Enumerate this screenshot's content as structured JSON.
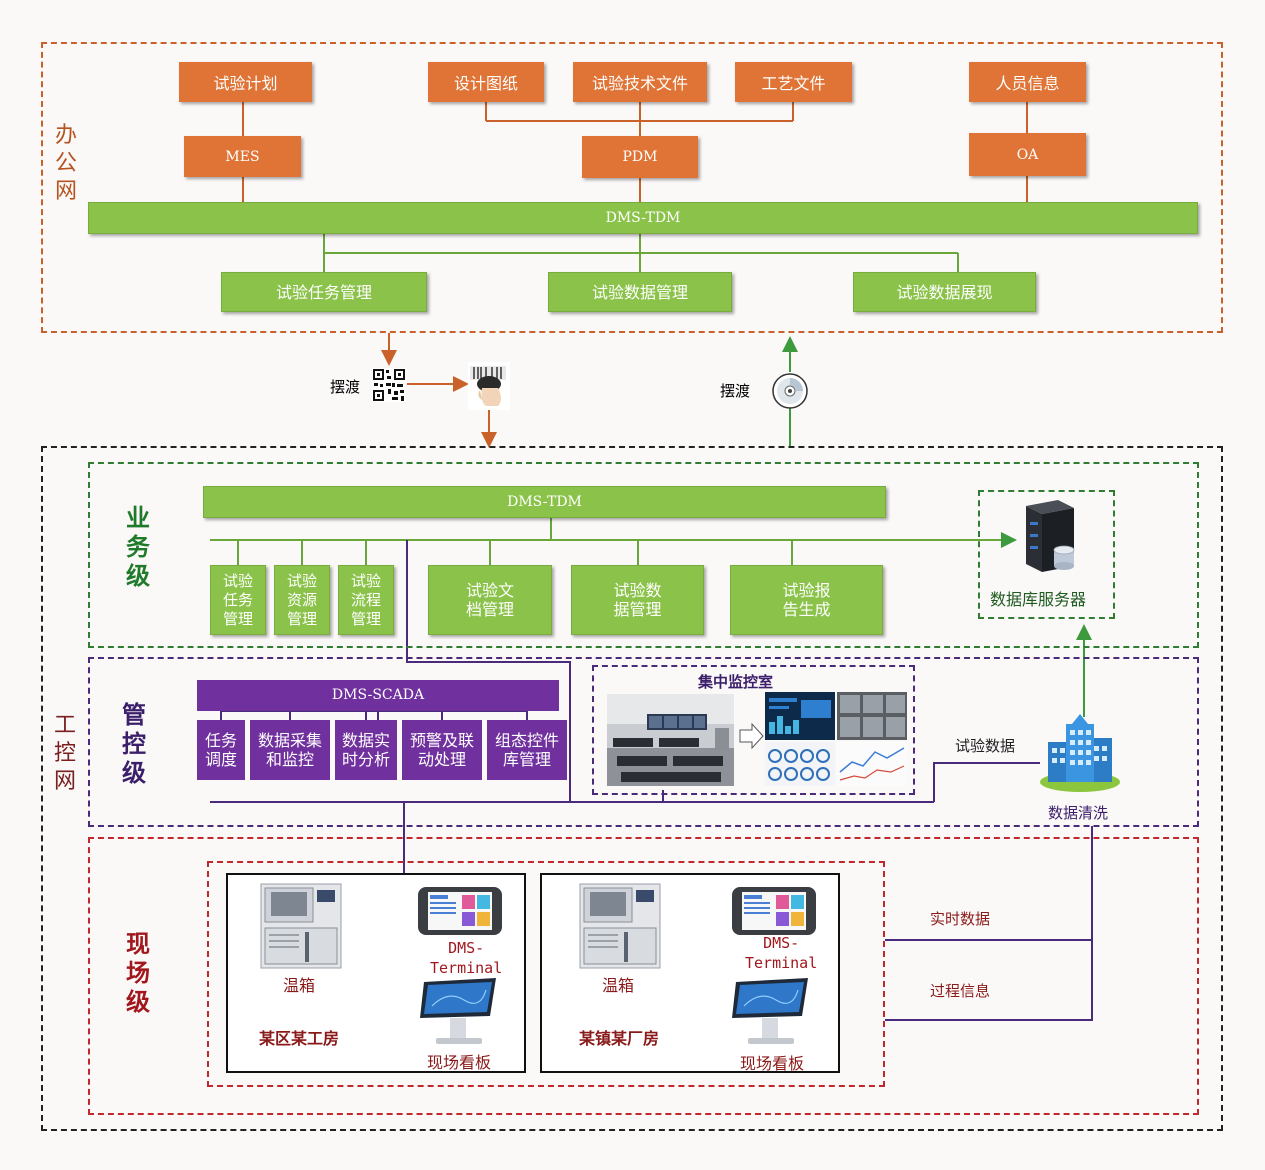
{
  "office": {
    "region_label": "办公网",
    "boxes": {
      "test_plan": "试验计划",
      "design_drawing": "设计图纸",
      "test_tech_doc": "试验技术文件",
      "process_doc": "工艺文件",
      "personnel": "人员信息",
      "mes": "MES",
      "pdm": "PDM",
      "oa": "OA"
    },
    "bus": "DMS-TDM",
    "modules": [
      "试验任务管理",
      "试验数据管理",
      "试验数据展现"
    ]
  },
  "transfer": {
    "left_label": "摆渡",
    "right_label": "摆渡"
  },
  "industrial": {
    "region_label": "工控网",
    "business": {
      "label": "业务级",
      "bus": "DMS-TDM",
      "small_modules": [
        "试验\n任务\n管理",
        "试验\n资源\n管理",
        "试验\n流程\n管理"
      ],
      "modules": [
        "试验文\n档管理",
        "试验数\n据管理",
        "试验报\n告生成"
      ],
      "db_server": "数据库服务器"
    },
    "control": {
      "label": "管控级",
      "bus": "DMS-SCADA",
      "modules": [
        "任务\n调度",
        "数据采集\n和监控",
        "数据实\n时分析",
        "预警及联\n动处理",
        "组态控件\n库管理"
      ],
      "monitor_room": "集中监控室",
      "test_data": "试验数据",
      "data_cleaning": "数据清洗"
    },
    "field": {
      "label": "现场级",
      "sites": [
        {
          "oven": "温箱",
          "terminal": "DMS-\nTerminal",
          "board": "现场看板",
          "site_name": "某区某工房"
        },
        {
          "oven": "温箱",
          "terminal": "DMS-\nTerminal",
          "board": "现场看板",
          "site_name": "某镇某厂房"
        }
      ],
      "realtime_data": "实时数据",
      "process_info": "过程信息"
    }
  },
  "colors": {
    "orange": "#e07436",
    "green": "#8bc34a",
    "purple": "#70309e",
    "dark_green": "#2e7d32",
    "red": "#c0282d"
  },
  "icons": [
    "qr-code-icon",
    "scanner-icon",
    "cd-disc-icon",
    "server-icon",
    "building-icon",
    "oven-icon",
    "tablet-icon",
    "kiosk-icon",
    "monitor-room-photo"
  ]
}
